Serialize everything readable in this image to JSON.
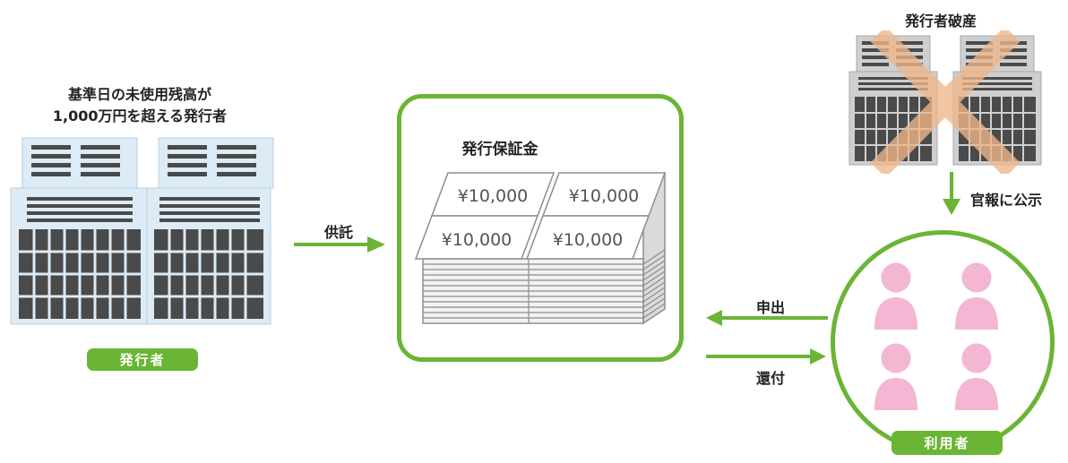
{
  "issuer_caption": {
    "line1": "基準日の未使用残高が",
    "line2": "1,000万円を超える発行者"
  },
  "issuer_label": "発行者",
  "deposit_label": "供託",
  "deposit_box_title": "発行保証金",
  "bill_amount": "¥10,000",
  "bankrupt_label": "発行者破産",
  "gazette_label": "官報に公示",
  "claim_label": "申出",
  "refund_label": "還付",
  "users_label": "利用者",
  "colors": {
    "accent_green": "#6ab535",
    "building_light": "#dcebf6",
    "building_dark": "#4a4a4a",
    "bankrupt_building": "#c8c8c8",
    "cross": "#f0b78a",
    "person": "#f3b6d3"
  }
}
